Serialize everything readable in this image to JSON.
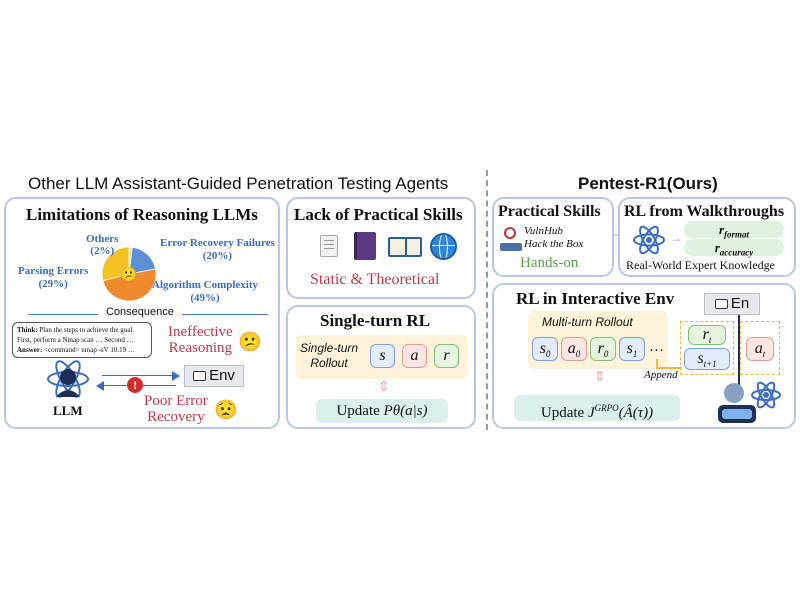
{
  "left_header": "Other LLM Assistant-Guided Penetration Testing Agents",
  "right_header": "Pentest-R1(Ours)",
  "limitations": {
    "title": "Limitations of Reasoning LLMs",
    "consequence": "Consequence",
    "think_label": "Think:",
    "think_text": " Plan the steps to achieve the goal.",
    "think_line2": "First, perform a Nmap scan … Second …",
    "answer_label": "Answer:",
    "answer_text": " <command> nmap -sV 10.19 …",
    "ineffective_1": "Ineffective",
    "ineffective_2": "Reasoning",
    "poor_1": "Poor Error",
    "poor_2": "Recovery",
    "llm_label": "LLM",
    "env_label": "Env"
  },
  "chart_data": {
    "type": "pie",
    "categories": [
      "Others",
      "Error Recovery Failures",
      "Parsing Errors",
      "Algorithm Complexity"
    ],
    "values": [
      2,
      20,
      29,
      49
    ],
    "labels": [
      "(2%)",
      "(20%)",
      "(29%)",
      "(49%)"
    ],
    "colors": [
      "#e0dcd2",
      "#5b8fd6",
      "#f3c324",
      "#ef8a2e"
    ]
  },
  "practical_left": {
    "title": "Lack of Practical Skills",
    "subtitle": "Static & Theoretical"
  },
  "single_turn": {
    "title": "Single-turn RL",
    "rollout_1": "Single-turn",
    "rollout_2": "Rollout",
    "tokens": [
      "s",
      "a",
      "r"
    ],
    "update_prefix": "Update ",
    "update_formula": "Pθ(a|s)"
  },
  "practical_right": {
    "title": "Practical Skills",
    "line1": "VulnHub",
    "line2": "Hack the Box",
    "hands_on": "Hands-on"
  },
  "walkthroughs": {
    "title": "RL from Walkthroughs",
    "reward_format": "r",
    "reward_format_sub": "format",
    "reward_accuracy": "r",
    "reward_accuracy_sub": "accuracy",
    "expert": "Real-World Expert Knowledge"
  },
  "interactive": {
    "title": "RL in Interactive Env",
    "rollout_title": "Multi-turn Rollout",
    "tokens": [
      "s",
      "a",
      "r",
      "s"
    ],
    "token_subs": [
      "0",
      "0",
      "0",
      "1"
    ],
    "ellipsis": "…",
    "append": "Append",
    "env_label": "En",
    "r_t": "r",
    "r_t_sub": "t",
    "s_t1": "s",
    "s_t1_sub": "t+1",
    "a_t": "a",
    "a_t_sub": "t",
    "update_prefix": "Update ",
    "update_formula": "J",
    "update_sup": "GRPO",
    "update_rest": "(Â(τ))"
  }
}
